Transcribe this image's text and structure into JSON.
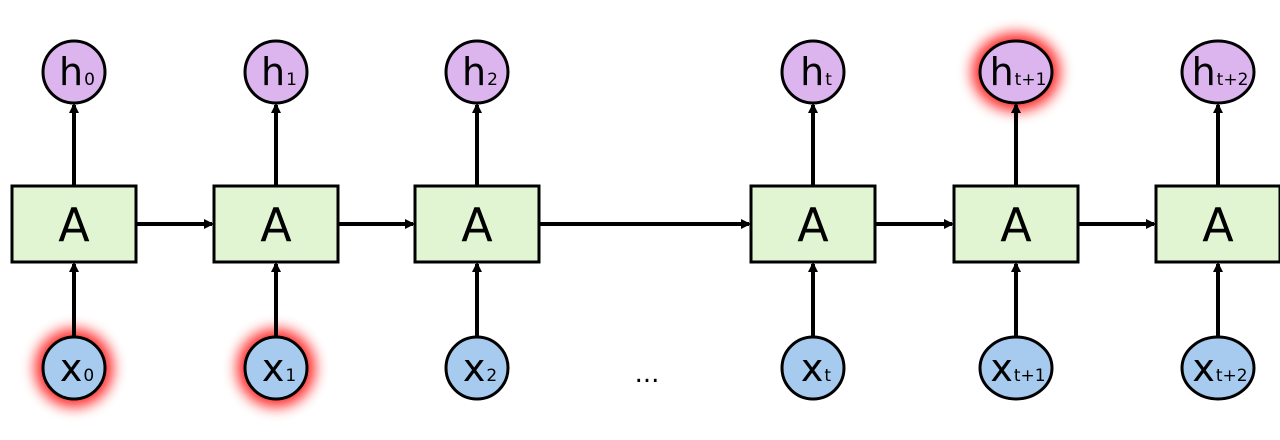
{
  "diagram": {
    "cells": [
      {
        "label": "A",
        "h": {
          "base": "h",
          "sub": "0",
          "highlight": false
        },
        "x": {
          "base": "x",
          "sub": "0",
          "highlight": true
        }
      },
      {
        "label": "A",
        "h": {
          "base": "h",
          "sub": "1",
          "highlight": false
        },
        "x": {
          "base": "x",
          "sub": "1",
          "highlight": true
        }
      },
      {
        "label": "A",
        "h": {
          "base": "h",
          "sub": "2",
          "highlight": false
        },
        "x": {
          "base": "x",
          "sub": "2",
          "highlight": false
        }
      },
      {
        "label": "A",
        "h": {
          "base": "h",
          "sub": "t",
          "highlight": false
        },
        "x": {
          "base": "x",
          "sub": "t",
          "highlight": false
        }
      },
      {
        "label": "A",
        "h": {
          "base": "h",
          "sub": "t+1",
          "highlight": true
        },
        "x": {
          "base": "x",
          "sub": "t+1",
          "highlight": false
        }
      },
      {
        "label": "A",
        "h": {
          "base": "h",
          "sub": "t+2",
          "highlight": false
        },
        "x": {
          "base": "x",
          "sub": "t+2",
          "highlight": false
        }
      }
    ],
    "ellipsis": "...",
    "colors": {
      "cell_fill": "#e1f5d3",
      "output_fill": "#dcb4ee",
      "input_fill": "#a7cbef",
      "stroke": "#000000",
      "glow": "#ff0000"
    }
  }
}
